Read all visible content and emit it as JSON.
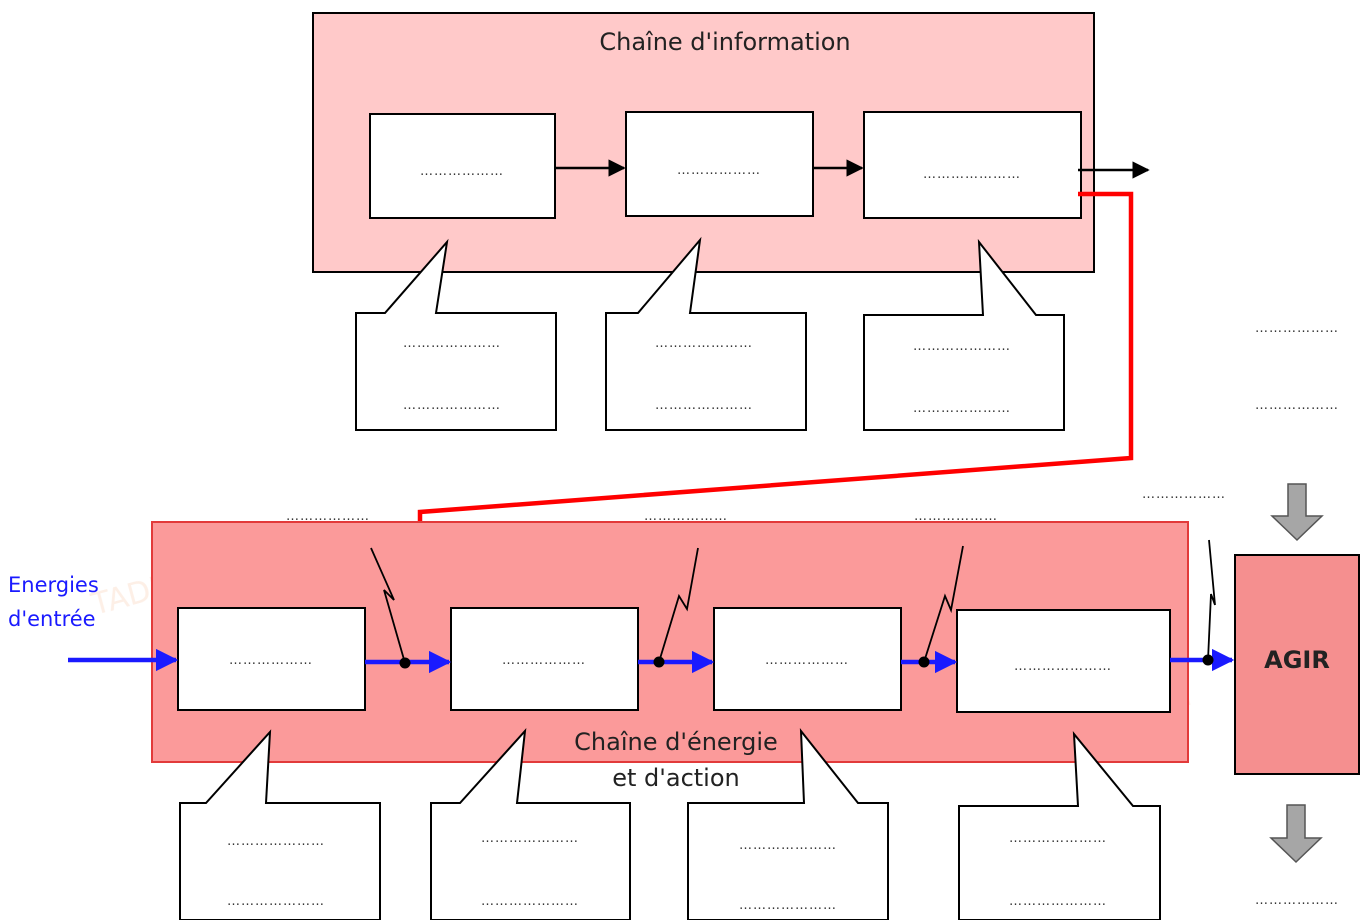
{
  "colors": {
    "info_chain_fill": "#ffc9c9",
    "energy_chain_fill": "#fb9a9a",
    "energy_chain_border": "#e23a3a",
    "agir_fill": "#f58f8f",
    "red_link": "#ff0000",
    "energy_flow": "#1a1aff",
    "info_arrow": "#000000",
    "down_arrow": "#a6a6a6"
  },
  "info_chain": {
    "title": "Chaîne d'information",
    "blocks": [
      "………………",
      "………………",
      "…………………"
    ],
    "callouts": [
      [
        "…………………",
        "…………………"
      ],
      [
        "…………………",
        "…………………"
      ],
      [
        "…………………",
        "…………………"
      ]
    ]
  },
  "energy_chain": {
    "title_line1": "Chaîne d'énergie",
    "title_line2": "et d'action",
    "input_label_line1": "Energies",
    "input_label_line2": "d'entrée",
    "blocks": [
      "………………",
      "………………",
      "………………",
      "…………………"
    ],
    "top_labels": [
      "………………",
      "………………",
      "………………",
      "………………"
    ],
    "callouts": [
      [
        "…………………",
        "…………………"
      ],
      [
        "…………………",
        "…………………"
      ],
      [
        "…………………",
        "…………………"
      ],
      [
        "…………………",
        "…………………"
      ]
    ]
  },
  "agir": {
    "label": "AGIR",
    "side_lines": [
      "………………",
      "………………"
    ],
    "bottom_line": "………………"
  },
  "watermark": {
    "text": "TADRIS.TN"
  }
}
